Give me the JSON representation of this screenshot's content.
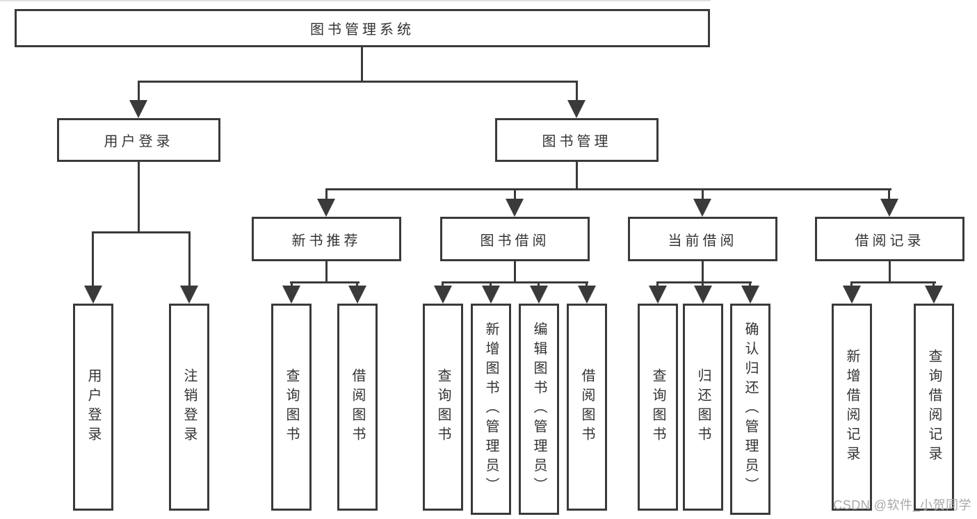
{
  "diagram": {
    "root_label": "图书管理系统",
    "level2": {
      "user_login": "用户登录",
      "book_management": "图书管理"
    },
    "level3": {
      "new_book_recommend": "新书推荐",
      "book_borrowing": "图书借阅",
      "current_borrowing": "当前借阅",
      "borrowing_records": "借阅记录"
    },
    "leaves": {
      "user_login": "用户登录",
      "logout_login": "注销登录",
      "nb_search_book": "查询图书",
      "nb_borrow_book": "借阅图书",
      "bb_search_book": "查询图书",
      "bb_add_book_admin": "新增图书（管理员）",
      "bb_edit_book_admin": "编辑图书（管理员）",
      "bb_borrow_book": "借阅图书",
      "cb_search_book": "查询图书",
      "cb_return_book": "归还图书",
      "cb_confirm_return_admin": "确认归还（管理员）",
      "br_add_record": "新增借阅记录",
      "br_search_record": "查询借阅记录"
    }
  },
  "watermark": {
    "text": "CSDN @软件_小贺同学"
  },
  "colors": {
    "line": "#3a3a3a",
    "box_border": "#3a3a3a",
    "text": "#333333",
    "watermark": "#a8a8a8",
    "background": "#ffffff"
  }
}
